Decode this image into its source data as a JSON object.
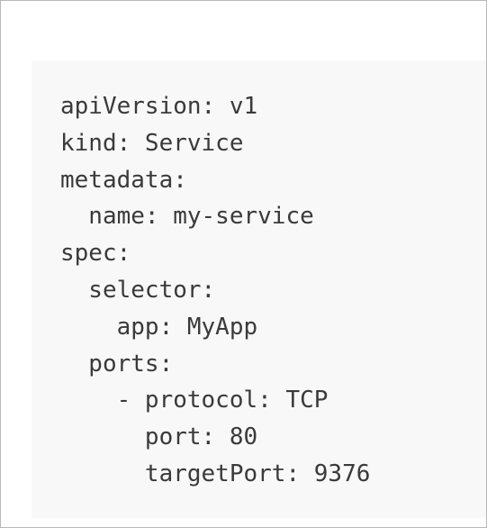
{
  "code": {
    "lines": [
      "apiVersion: v1",
      "kind: Service",
      "metadata:",
      "  name: my-service",
      "spec:",
      "  selector:",
      "    app: MyApp",
      "  ports:",
      "    - protocol: TCP",
      "      port: 80",
      "      targetPort: 9376"
    ]
  },
  "colors": {
    "panel_background": "#f8f8f8",
    "text": "#3a3a3a",
    "frame_border": "#b8b8b8"
  }
}
